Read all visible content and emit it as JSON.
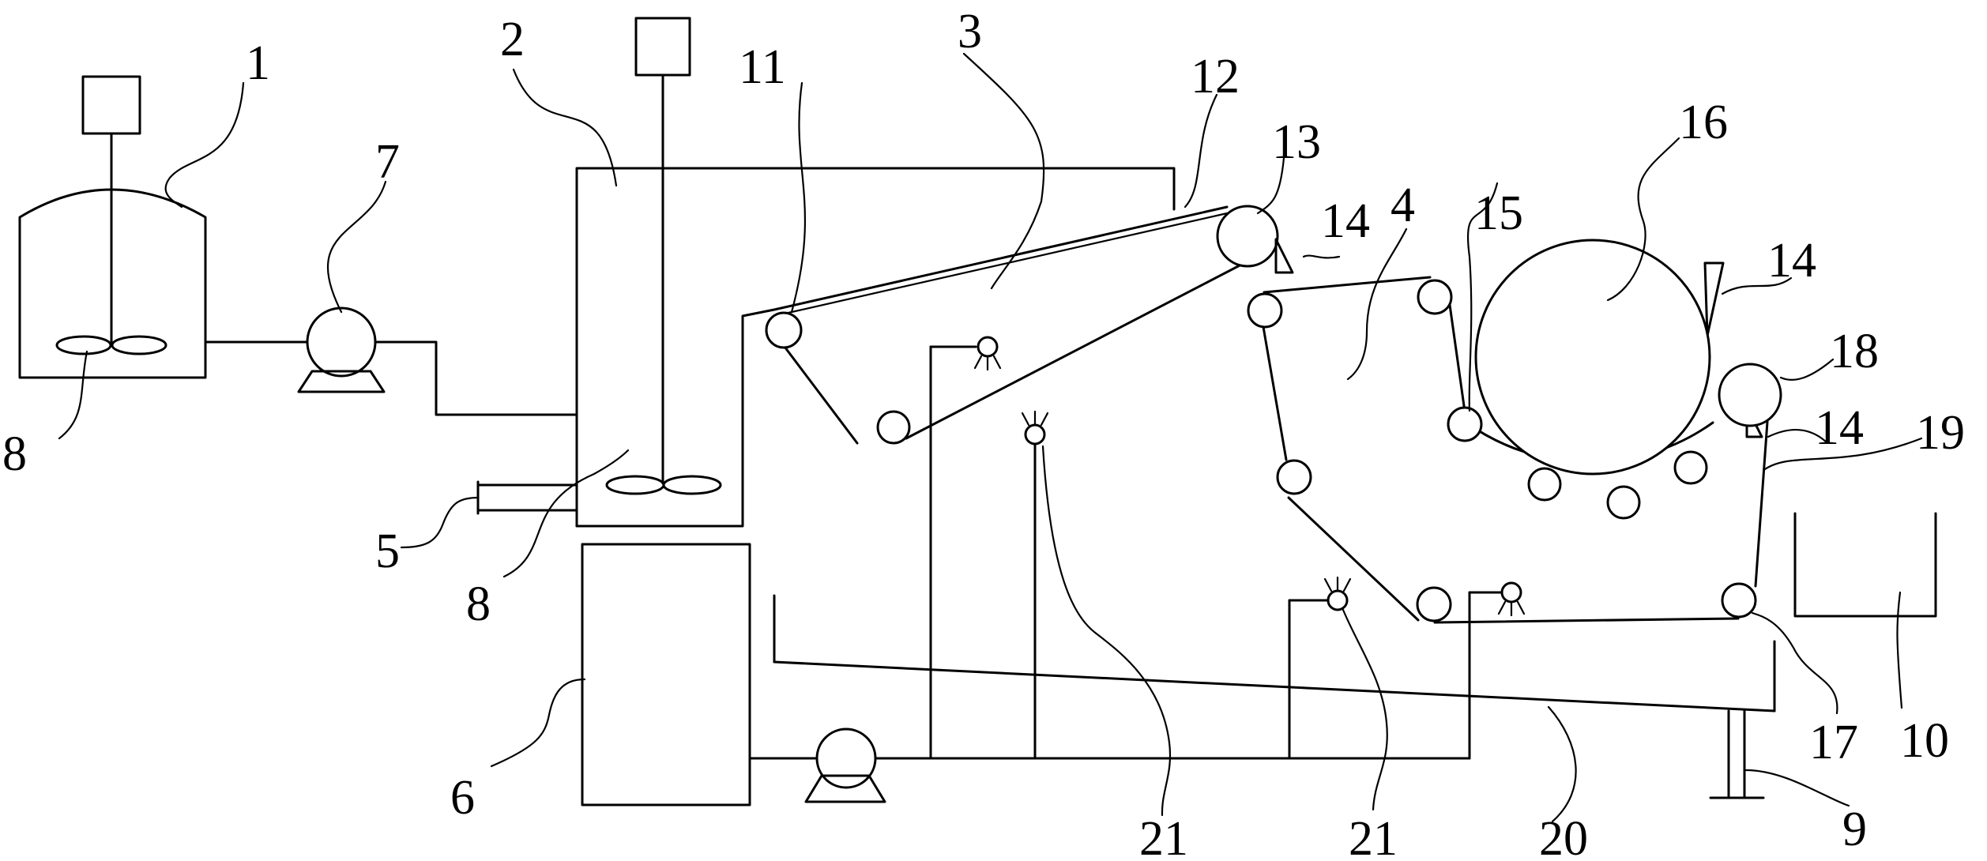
{
  "labels": {
    "l1": "1",
    "l2": "2",
    "l3": "3",
    "l4": "4",
    "l5": "5",
    "l6": "6",
    "l7": "7",
    "l8a": "8",
    "l8b": "8",
    "l9": "9",
    "l10": "10",
    "l11": "11",
    "l12": "12",
    "l13": "13",
    "l14a": "14",
    "l14b": "14",
    "l14c": "14",
    "l15": "15",
    "l16": "16",
    "l17": "17",
    "l18": "18",
    "l19": "19",
    "l20": "20",
    "l21a": "21",
    "l21b": "21"
  },
  "colors": {
    "line": "#000000",
    "background": "#ffffff"
  }
}
